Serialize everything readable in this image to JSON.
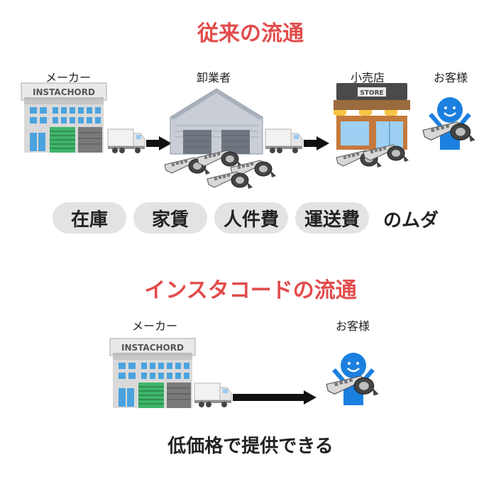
{
  "traditional": {
    "title": "従来の流通",
    "labels": {
      "maker": "メーカー",
      "wholesaler": "卸業者",
      "retailer": "小売店",
      "customer": "お客様"
    },
    "waste_items": [
      "在庫",
      "家賃",
      "人件費",
      "運送費"
    ],
    "waste_suffix": "のムダ"
  },
  "instachord": {
    "title": "インスタコードの流通",
    "labels": {
      "maker": "メーカー",
      "customer": "お客様"
    },
    "conclusion": "低価格で提供できる"
  },
  "signage": {
    "brand": "INSTACHORD",
    "store": "STORE"
  },
  "colors": {
    "title": "#e24b4b",
    "pill": "#e2e3e3",
    "customer_blue": "#1b80e0",
    "factory_green": "#3fb56a",
    "arrow": "#111111"
  }
}
